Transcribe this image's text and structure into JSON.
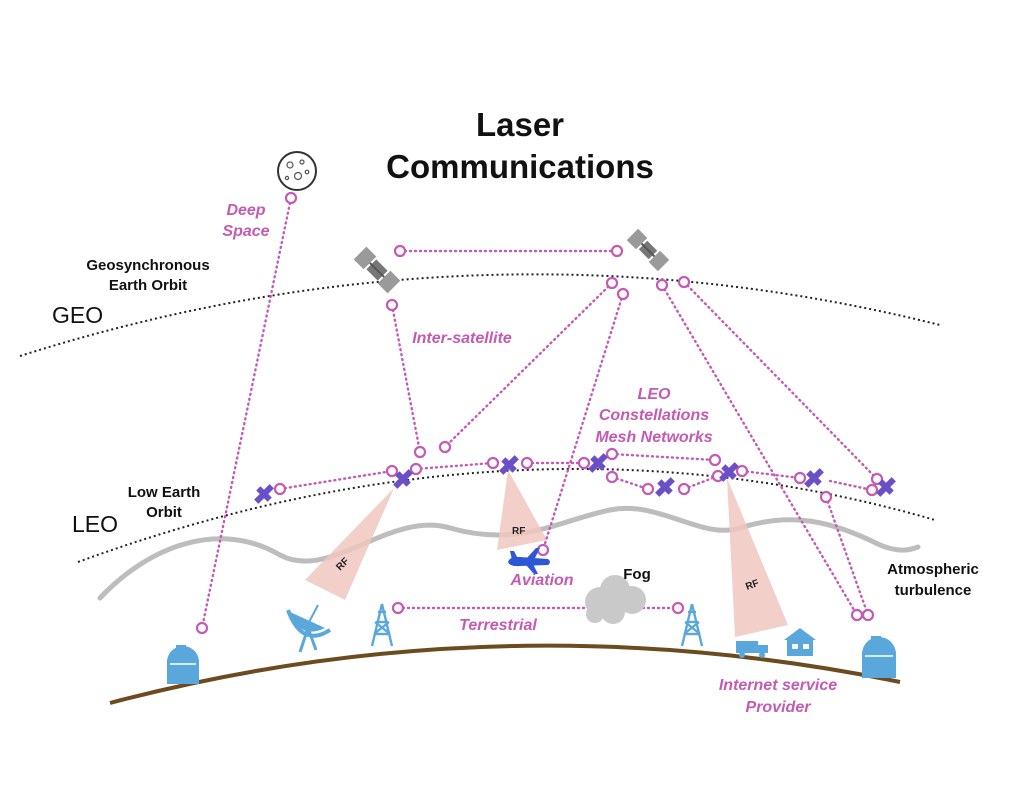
{
  "diagram": {
    "title_line1": "Laser",
    "title_line2": "Communications",
    "orbits": {
      "geo_name_line1": "Geosynchronous",
      "geo_name_line2": "Earth Orbit",
      "geo_label": "GEO",
      "leo_name_line1": "Low Earth",
      "leo_name_line2": "Orbit",
      "leo_label": "LEO"
    },
    "links": {
      "deep_space_line1": "Deep",
      "deep_space_line2": "Space",
      "inter_satellite": "Inter-satellite",
      "leo_line1": "LEO",
      "leo_line2": "Constellations",
      "leo_line3": "Mesh Networks",
      "aviation": "Aviation",
      "terrestrial": "Terrestrial",
      "isp_line1": "Internet service",
      "isp_line2": "Provider"
    },
    "conditions": {
      "fog": "Fog",
      "atmos_line1": "Atmospheric",
      "atmos_line2": "turbulence"
    },
    "rf_label": "RF",
    "colors": {
      "link": "#c45ab3",
      "satellite_geo": "#9a9a9a",
      "satellite_leo": "#6a4fc9",
      "ground": "#5aa7dc",
      "earth": "#6b4b1f",
      "rf_beam": "#f0c8bf",
      "turbulence": "#bdbdbd"
    },
    "icons": [
      "moon-icon",
      "geo-satellite-icon",
      "leo-satellite-icon",
      "rf-beam",
      "airplane-icon",
      "fog-cloud-icon",
      "dish-antenna-icon",
      "radio-tower-icon",
      "observatory-icon",
      "truck-icon",
      "house-icon"
    ]
  }
}
